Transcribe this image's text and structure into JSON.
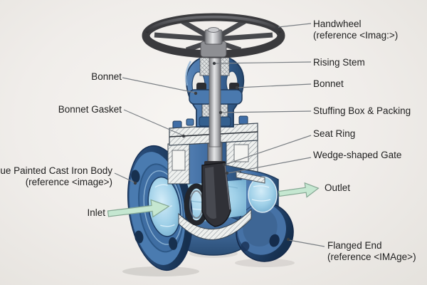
{
  "figure": {
    "title": "Gate valve cutaway diagram",
    "type": "labeled-technical-illustration"
  },
  "colors": {
    "background": "#f0edea",
    "body_blue": "#3f6da6",
    "body_blue_dark": "#27496f",
    "water_blue": "#a5d5ec",
    "handwheel_gray": "#3a3a3d",
    "gate_charcoal": "#303137",
    "arrow_green": "#c5e7d1",
    "leader_line": "#7a7f84",
    "label_text": "#1f1f1f",
    "hatch_line": "#8f969c"
  },
  "labels": {
    "handwheel": {
      "line1": "Handwheel",
      "line2": "(reference <Imag:>)"
    },
    "rising_stem": {
      "line1": "Rising Stem"
    },
    "bonnet_right": {
      "line1": "Bonnet"
    },
    "stuffing_box": {
      "line1": "Stuffing Box & Packing"
    },
    "seat_ring": {
      "line1": "Seat Ring"
    },
    "wedge_gate": {
      "line1": "Wedge-shaped Gate"
    },
    "outlet": {
      "line1": "Outlet"
    },
    "flanged_end": {
      "line1": "Flanged End",
      "line2": "(reference <IMAge>)"
    },
    "bonnet_left": {
      "line1": "Bonnet"
    },
    "bonnet_gasket": {
      "line1": "Bonnet Gasket"
    },
    "cast_iron_body": {
      "line1": "lue Painted Cast Iron Body",
      "line2": "(reference <image>)"
    },
    "inlet": {
      "line1": "Inlet"
    }
  },
  "icons": {
    "inlet_arrow": "right-flow-arrow",
    "outlet_arrow": "right-flow-arrow"
  }
}
